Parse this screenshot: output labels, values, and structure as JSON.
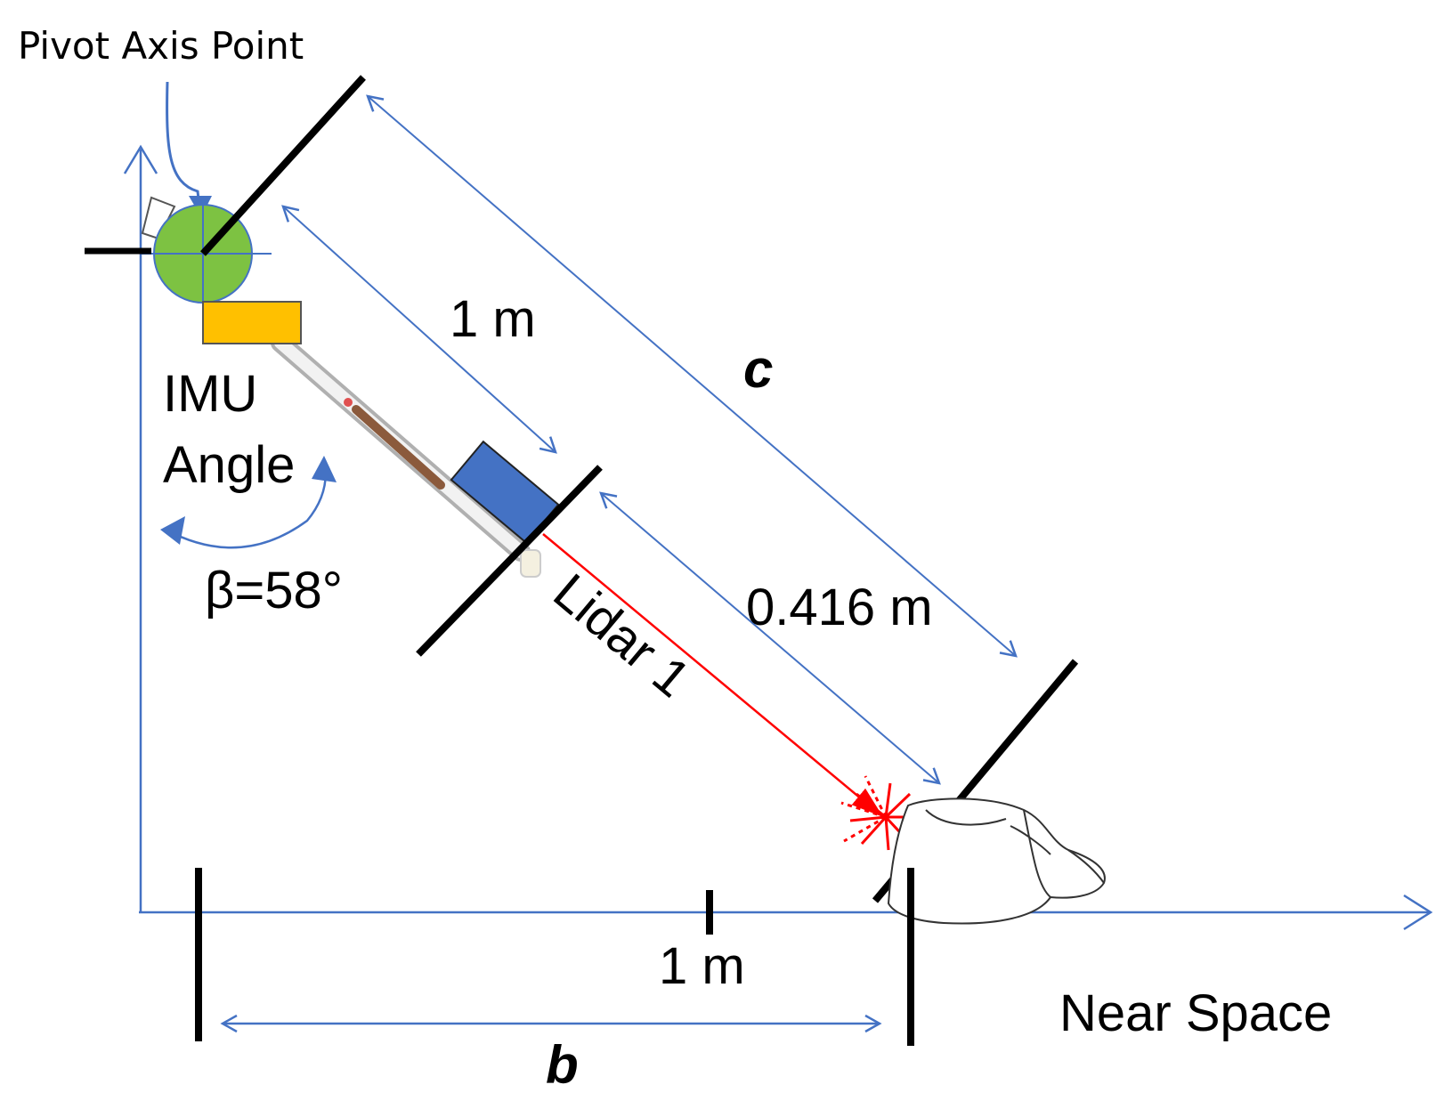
{
  "labels": {
    "pivot_axis_point": "Pivot Axis Point",
    "one_m_diag": "1 m",
    "c_label": "c",
    "imu": "IMU",
    "angle": "Angle",
    "beta": "β=58°",
    "dist_0416": "0.416 m",
    "lidar": "Lidar 1",
    "one_m_axis": "1 m",
    "near_space": "Near Space",
    "b_label": "b"
  },
  "colors": {
    "axis_blue": "#4472C4",
    "pivot_green": "#7DC242",
    "imu_orange": "#FFC000",
    "lidar_blue": "#4472C4",
    "laser_red": "#FF0000",
    "mark_black": "#000000"
  },
  "icons": {
    "pivot": "pivot-circle",
    "imu": "imu-block",
    "lidar": "lidar-sensor",
    "target": "shoe-object"
  }
}
